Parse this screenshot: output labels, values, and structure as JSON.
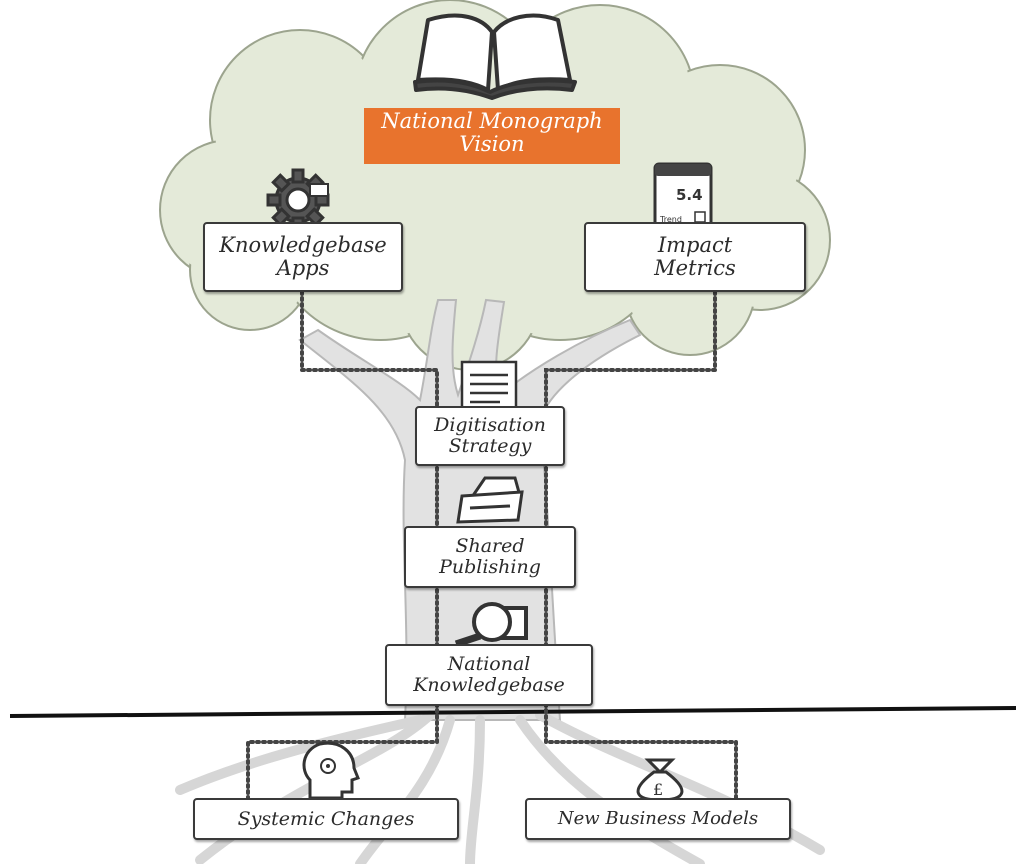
{
  "title": {
    "line1": "National Monograph",
    "line2": "Vision"
  },
  "nodes": {
    "knowledgebase_apps": {
      "line1": "Knowledgebase",
      "line2": "Apps"
    },
    "impact_metrics": {
      "line1": "Impact",
      "line2": "Metrics"
    },
    "digitisation_strategy": {
      "line1": "Digitisation",
      "line2": "Strategy"
    },
    "shared_publishing": {
      "line1": "Shared",
      "line2": "Publishing"
    },
    "national_knowledgebase": {
      "line1": "National",
      "line2": "Knowledgebase"
    },
    "systemic_changes": {
      "label": "Systemic Changes"
    },
    "new_business_models": {
      "label": "New Business Models"
    }
  },
  "icons": {
    "book": "open-book-icon",
    "gear_api": "gear-api-icon",
    "metric_card": "metric-card-icon",
    "metric_value": "5.4",
    "metric_sub": "Trend",
    "document": "document-icon",
    "typewriter": "typewriter-icon",
    "magnifier": "magnifier-icon",
    "head_gear": "head-gear-icon",
    "money_bag": "money-bag-icon"
  },
  "colors": {
    "title_bg": "#e8732d",
    "canopy": "#e4ead9",
    "trunk": "#e0e0e0",
    "box_border": "#3a3a3a",
    "connector": "#444444",
    "ground_line": "#111111"
  }
}
